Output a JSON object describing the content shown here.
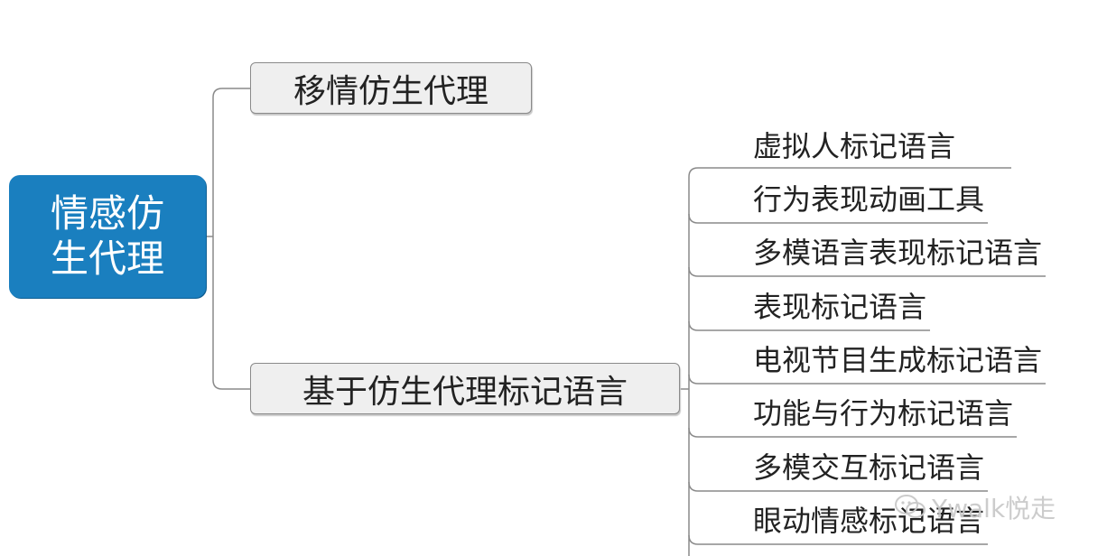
{
  "root": {
    "line1": "情感仿",
    "line2": "生代理"
  },
  "branches": [
    {
      "label": "移情仿生代理"
    },
    {
      "label": "基于仿生代理标记语言"
    }
  ],
  "leaves": [
    "虚拟人标记语言",
    "行为表现动画工具",
    "多模语言表现标记语言",
    "表现标记语言",
    "电视节目生成标记语言",
    "功能与行为标记语言",
    "多模交互标记语言",
    "眼动情感标记语言"
  ],
  "watermark": {
    "text": "Ywalk悦走",
    "icon": "wechat-icon"
  },
  "colors": {
    "root_fill": "#1a7fbf",
    "branch_fill": "#efefef",
    "branch_border": "#8a8a8a",
    "connector": "#8a8a8a"
  }
}
